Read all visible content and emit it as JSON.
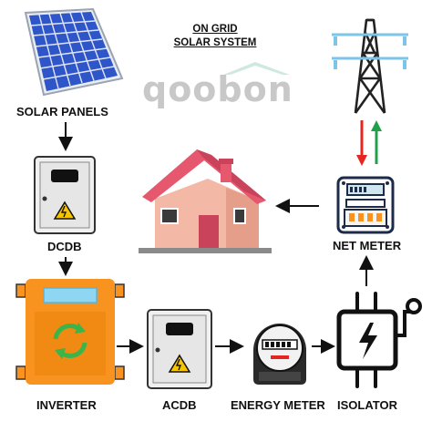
{
  "title": {
    "line1": "ON GRID",
    "line2": "SOLAR SYSTEM"
  },
  "logo": {
    "text": "qoobon",
    "color": "#c8c8c8",
    "roof_color": "#cfe9e2"
  },
  "labels": {
    "solar_panels": "SOLAR PANELS",
    "dcdb": "DCDB",
    "inverter": "INVERTER",
    "acdb": "ACDB",
    "energy_meter": "ENERGY METER",
    "isolator": "ISOLATOR",
    "net_meter": "NET METER"
  },
  "colors": {
    "panel_blue": "#2f56c8",
    "inverter_orange": "#f7931e",
    "house_roof": "#e5586e",
    "house_wall": "#f3b9a6",
    "tower_blue": "#7cc4ea",
    "arrow_down_red": "#e52521",
    "arrow_up_green": "#21a04a",
    "warning_yellow": "#f7c500"
  },
  "icons": [
    "solar-panel-icon",
    "distribution-box-icon",
    "inverter-icon",
    "energy-meter-icon",
    "isolator-icon",
    "net-meter-icon",
    "house-icon",
    "transmission-tower-icon"
  ]
}
